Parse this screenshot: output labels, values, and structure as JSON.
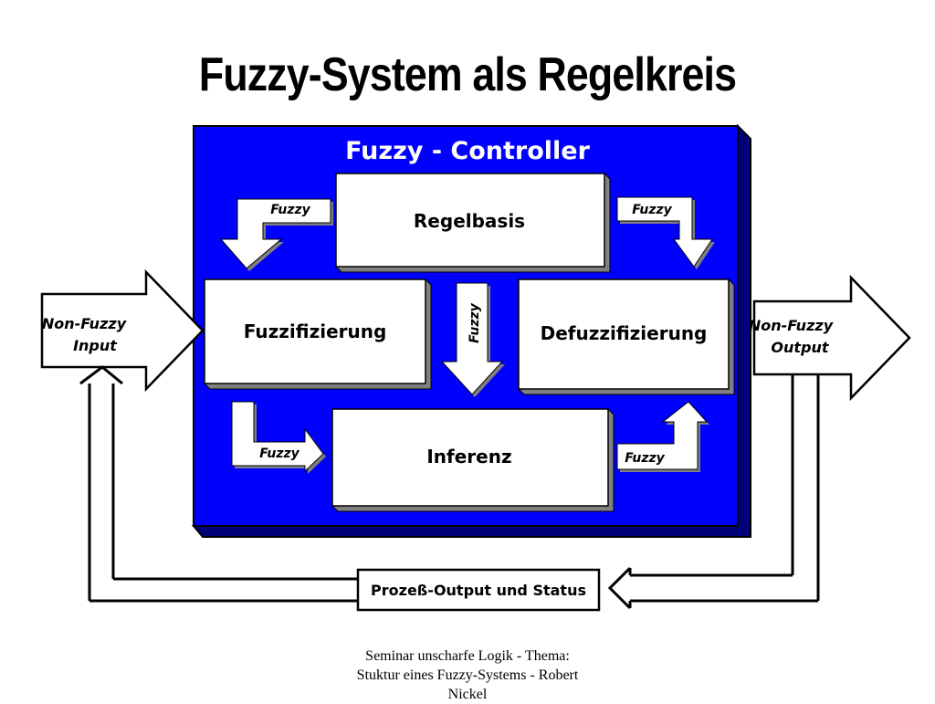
{
  "title": "Fuzzy-System als Regelkreis",
  "controller": {
    "label": "Fuzzy - Controller",
    "color": "#0000ff"
  },
  "boxes": {
    "regelbasis": "Regelbasis",
    "fuzzifizierung": "Fuzzifizierung",
    "defuzzifizierung": "Defuzzifizierung",
    "inferenz": "Inferenz",
    "status": "Prozeß-Output und Status"
  },
  "arrows": {
    "fuzzy_label": "Fuzzy"
  },
  "io": {
    "input_line1": "Non-Fuzzy",
    "input_line2": "Input",
    "output_line1": "Non-Fuzzy",
    "output_line2": "Output"
  },
  "footer": {
    "line1": "Seminar unscharfe Logik - Thema:",
    "line2": "Stuktur eines Fuzzy-Systems - Robert",
    "line3": "Nickel"
  }
}
